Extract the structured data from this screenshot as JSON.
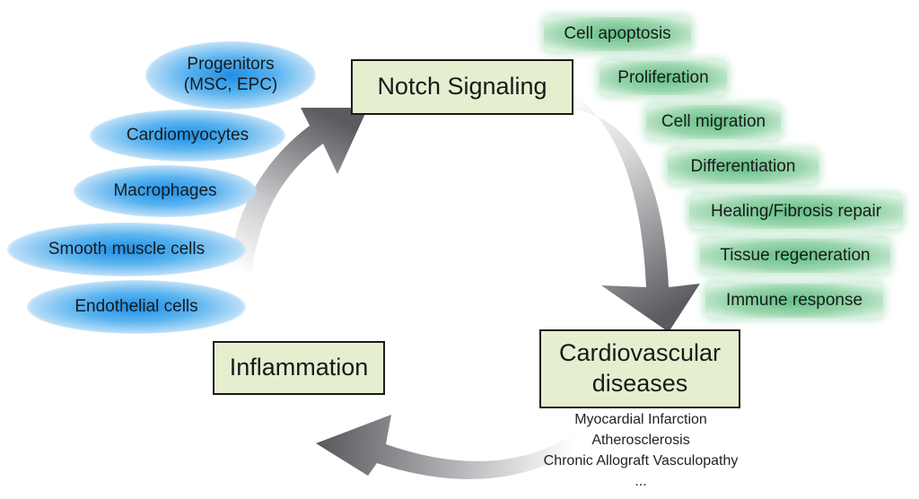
{
  "nodes": {
    "notch": "Notch Signaling",
    "cvd_line1": "Cardiovascular",
    "cvd_line2": "diseases",
    "inflammation": "Inflammation"
  },
  "cell_types": [
    "Progenitors\n(MSC, EPC)",
    "Cardiomyocytes",
    "Macrophages",
    "Smooth muscle cells",
    "Endothelial cells"
  ],
  "processes": [
    "Cell apoptosis",
    "Proliferation",
    "Cell migration",
    "Differentiation",
    "Healing/Fibrosis repair",
    "Tissue regeneration",
    "Immune response"
  ],
  "diseases": [
    "Myocardial Infarction",
    "Atherosclerosis",
    "Chronic Allograft Vasculopathy",
    "..."
  ],
  "colors": {
    "box_fill": "#e5efcf",
    "ellipse_blue": "#1e8fe6",
    "pill_green": "#62be86",
    "arrow_dark": "#5f5f64"
  }
}
